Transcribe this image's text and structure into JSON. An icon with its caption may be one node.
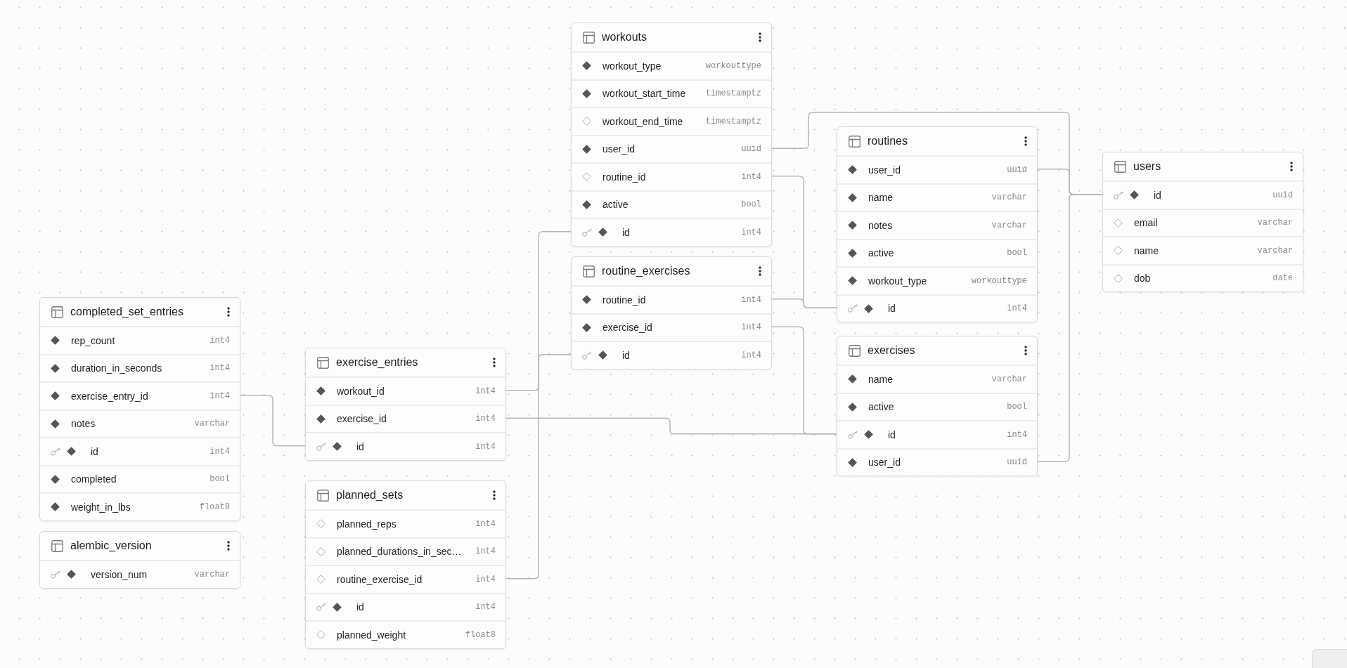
{
  "diagram": {
    "nodes": [
      {
        "text": [
          "completed_set_entries"
        ]
      },
      {
        "text": [
          "rep_count",
          "int4"
        ],
        "in": 0
      },
      {
        "text": [
          "duration_in_seconds",
          "int4"
        ],
        "in": 0
      },
      {
        "text": [
          "exercise_entry_id",
          "int4"
        ],
        "in": 0
      },
      {
        "text": [
          "notes",
          "varchar"
        ],
        "in": 0
      },
      {
        "text": [
          "id",
          "int4"
        ],
        "in": 0
      },
      {
        "text": [
          "completed",
          "bool"
        ],
        "in": 0
      },
      {
        "text": [
          "weight_in_lbs",
          "float8"
        ],
        "in": 0
      },
      {
        "text": [
          "alembic_version"
        ]
      },
      {
        "text": [
          "version_num",
          "varchar"
        ],
        "in": 8
      },
      {
        "text": [
          "exercise_entries"
        ]
      },
      {
        "text": [
          "workout_id",
          "int4"
        ],
        "in": 10
      },
      {
        "text": [
          "exercise_id",
          "int4"
        ],
        "in": 10
      },
      {
        "text": [
          "id",
          "int4"
        ],
        "in": 10
      },
      {
        "text": [
          "planned_sets"
        ]
      },
      {
        "text": [
          "planned_reps",
          "int4"
        ],
        "in": 14
      },
      {
        "text": [
          "planned_durations_in_sec…",
          "int4"
        ],
        "in": 14
      },
      {
        "text": [
          "routine_exercise_id",
          "int4"
        ],
        "in": 14
      },
      {
        "text": [
          "id",
          "int4"
        ],
        "in": 14
      },
      {
        "text": [
          "planned_weight",
          "float8"
        ],
        "in": 14
      },
      {
        "text": [
          "workouts"
        ]
      },
      {
        "text": [
          "workout_type",
          "workouttype"
        ],
        "in": 20
      },
      {
        "text": [
          "workout_start_time",
          "timestamptz"
        ],
        "in": 20
      },
      {
        "text": [
          "workout_end_time",
          "timestamptz"
        ],
        "in": 20
      },
      {
        "text": [
          "user_id",
          "uuid"
        ],
        "in": 20
      },
      {
        "text": [
          "routine_id",
          "int4"
        ],
        "in": 20
      },
      {
        "text": [
          "active",
          "bool"
        ],
        "in": 20
      },
      {
        "text": [
          "id",
          "int4"
        ],
        "in": 20
      },
      {
        "text": [
          "routine_exercises"
        ]
      },
      {
        "text": [
          "routine_id",
          "int4"
        ],
        "in": 28
      },
      {
        "text": [
          "exercise_id",
          "int4"
        ],
        "in": 28
      },
      {
        "text": [
          "id",
          "int4"
        ],
        "in": 28
      },
      {
        "text": [
          "routines"
        ]
      },
      {
        "text": [
          "user_id",
          "uuid"
        ],
        "in": 32
      },
      {
        "text": [
          "name",
          "varchar"
        ],
        "in": 32
      },
      {
        "text": [
          "notes",
          "varchar"
        ],
        "in": 32
      },
      {
        "text": [
          "active",
          "bool"
        ],
        "in": 32
      },
      {
        "text": [
          "workout_type",
          "workouttype"
        ],
        "in": 32
      },
      {
        "text": [
          "id",
          "int4"
        ],
        "in": 32
      },
      {
        "text": [
          "exercises"
        ]
      },
      {
        "text": [
          "name",
          "varchar"
        ],
        "in": 39
      },
      {
        "text": [
          "active",
          "bool"
        ],
        "in": 39
      },
      {
        "text": [
          "id",
          "int4"
        ],
        "in": 39
      },
      {
        "text": [
          "user_id",
          "uuid"
        ],
        "in": 39
      },
      {
        "text": [
          "users"
        ]
      },
      {
        "text": [
          "id",
          "uuid"
        ],
        "in": 44
      },
      {
        "text": [
          "email",
          "varchar"
        ],
        "in": 44
      },
      {
        "text": [
          "name",
          "varchar"
        ],
        "in": 44
      },
      {
        "text": [
          "dob",
          "date"
        ],
        "in": 44
      }
    ],
    "edges": [
      {
        "from": 3,
        "to": 13,
        "arrow": "none"
      },
      {
        "from": 11,
        "to": 27,
        "arrow": "none"
      },
      {
        "from": 12,
        "to": 42,
        "arrow": "none"
      },
      {
        "from": 17,
        "to": 31,
        "arrow": "none"
      },
      {
        "from": 24,
        "to": 45,
        "arrow": "none"
      },
      {
        "from": 25,
        "to": 38,
        "arrow": "none"
      },
      {
        "from": 29,
        "to": 38,
        "arrow": "none"
      },
      {
        "from": 30,
        "to": 42,
        "arrow": "none"
      },
      {
        "from": 33,
        "to": 45,
        "arrow": "none"
      },
      {
        "from": 43,
        "to": 45,
        "arrow": "none"
      }
    ]
  }
}
